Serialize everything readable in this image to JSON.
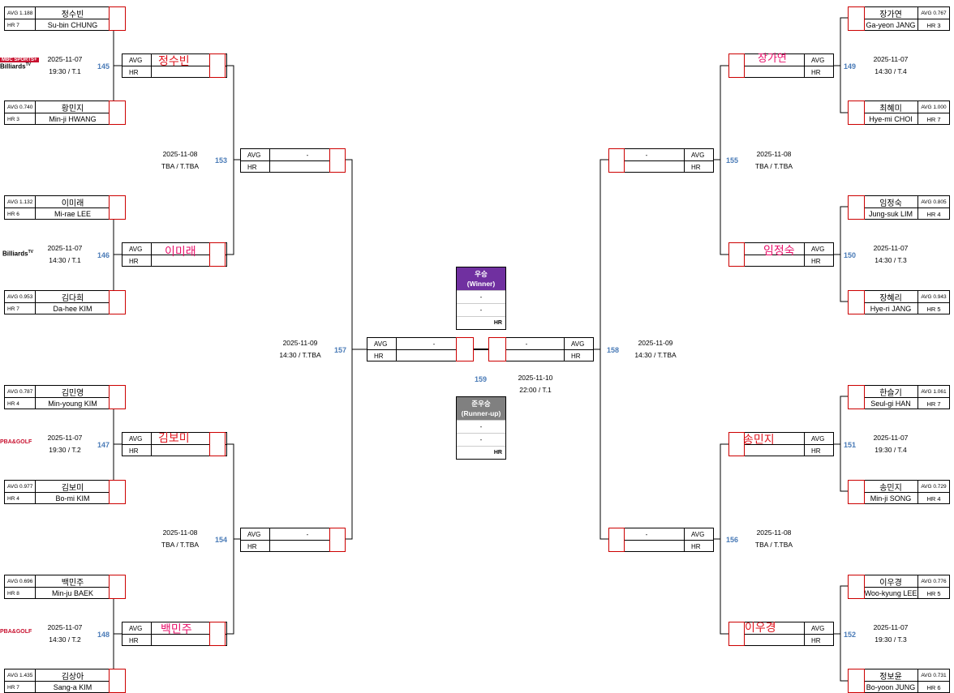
{
  "labels": {
    "avg": "AVG",
    "hr": "HR",
    "dash": "-"
  },
  "players": {
    "chung": {
      "ko": "정수빈",
      "en": "Su-bin CHUNG",
      "avg": "AVG 1.188",
      "hr": "HR 7"
    },
    "hwang": {
      "ko": "황민지",
      "en": "Min-ji HWANG",
      "avg": "AVG 0.740",
      "hr": "HR 3"
    },
    "lee_mr": {
      "ko": "이미래",
      "en": "Mi-rae LEE",
      "avg": "AVG 1.132",
      "hr": "HR 6"
    },
    "kim_dh": {
      "ko": "김다희",
      "en": "Da-hee KIM",
      "avg": "AVG 0.953",
      "hr": "HR 7"
    },
    "kim_my": {
      "ko": "김민영",
      "en": "Min-young KIM",
      "avg": "AVG 0.787",
      "hr": "HR 4"
    },
    "kim_bm": {
      "ko": "김보미",
      "en": "Bo-mi KIM",
      "avg": "AVG 0.977",
      "hr": "HR 4"
    },
    "baek": {
      "ko": "백민주",
      "en": "Min-ju BAEK",
      "avg": "AVG 0.696",
      "hr": "HR 8"
    },
    "kim_sa": {
      "ko": "김상아",
      "en": "Sang-a KIM",
      "avg": "AVG 1.435",
      "hr": "HR 7"
    },
    "jang_gy": {
      "ko": "장가연",
      "en": "Ga-yeon JANG",
      "avg": "AVG 0.767",
      "hr": "HR 3"
    },
    "choi": {
      "ko": "최혜미",
      "en": "Hye-mi CHOI",
      "avg": "AVG 1.000",
      "hr": "HR 7"
    },
    "lim": {
      "ko": "임정숙",
      "en": "Jung-suk LIM",
      "avg": "AVG 0.805",
      "hr": "HR 4"
    },
    "jang_hr": {
      "ko": "장혜리",
      "en": "Hye-ri JANG",
      "avg": "AVG 0.943",
      "hr": "HR 5"
    },
    "han": {
      "ko": "한슬기",
      "en": "Seul-gi HAN",
      "avg": "AVG 1.061",
      "hr": "HR 7"
    },
    "song": {
      "ko": "송민지",
      "en": "Min-ji SONG",
      "avg": "AVG 0.729",
      "hr": "HR 4"
    },
    "lee_wk": {
      "ko": "이우경",
      "en": "Woo-kyung LEE",
      "avg": "AVG 0.776",
      "hr": "HR 5"
    },
    "jung": {
      "ko": "정보윤",
      "en": "Bo-yoon JUNG",
      "avg": "AVG 0.731",
      "hr": "HR 6"
    }
  },
  "matches": {
    "m145": {
      "no": "145",
      "date": "2025-11-07",
      "time": "19:30 / T.1",
      "winner": "정수빈"
    },
    "m146": {
      "no": "146",
      "date": "2025-11-07",
      "time": "14:30 / T.1",
      "winner": "이미래"
    },
    "m147": {
      "no": "147",
      "date": "2025-11-07",
      "time": "19:30 / T.2",
      "winner": "김보미"
    },
    "m148": {
      "no": "148",
      "date": "2025-11-07",
      "time": "14:30 / T.2",
      "winner": "백민주"
    },
    "m149": {
      "no": "149",
      "date": "2025-11-07",
      "time": "14:30 / T.4",
      "winner": "장가연"
    },
    "m150": {
      "no": "150",
      "date": "2025-11-07",
      "time": "14:30 / T.3",
      "winner": "임정숙"
    },
    "m151": {
      "no": "151",
      "date": "2025-11-07",
      "time": "19:30 / T.4",
      "winner": "송민지"
    },
    "m152": {
      "no": "152",
      "date": "2025-11-07",
      "time": "19:30 / T.3",
      "winner": "이우경"
    },
    "m153": {
      "no": "153",
      "date": "2025-11-08",
      "time": "TBA / T.TBA"
    },
    "m154": {
      "no": "154",
      "date": "2025-11-08",
      "time": "TBA / T.TBA"
    },
    "m155": {
      "no": "155",
      "date": "2025-11-08",
      "time": "TBA / T.TBA"
    },
    "m156": {
      "no": "156",
      "date": "2025-11-08",
      "time": "TBA / T.TBA"
    },
    "m157": {
      "no": "157",
      "date": "2025-11-09",
      "time": "14:30 / T.TBA"
    },
    "m158": {
      "no": "158",
      "date": "2025-11-09",
      "time": "14:30 / T.TBA"
    },
    "m159": {
      "no": "159",
      "date": "2025-11-10",
      "time": "22:00 / T.1"
    }
  },
  "broadcasters": {
    "mbc": "MBC SPORTS+",
    "billiards": "Billiards",
    "tv": "TV",
    "pba": "PBA&GOLF"
  },
  "awards": {
    "winner": {
      "title": "우승",
      "sub": "(Winner)",
      "line1": "-",
      "line2": "-",
      "hr": "HR",
      "color": "#7030a0"
    },
    "runnerup": {
      "title": "준우승",
      "sub": "(Runner-up)",
      "line1": "-",
      "line2": "-",
      "hr": "HR",
      "color": "#808080"
    }
  },
  "colors": {
    "accent_red": "#e0141e",
    "accent_pink": "#e8106a",
    "match_no": "#4a7bb7",
    "score_border": "#cc0000"
  }
}
